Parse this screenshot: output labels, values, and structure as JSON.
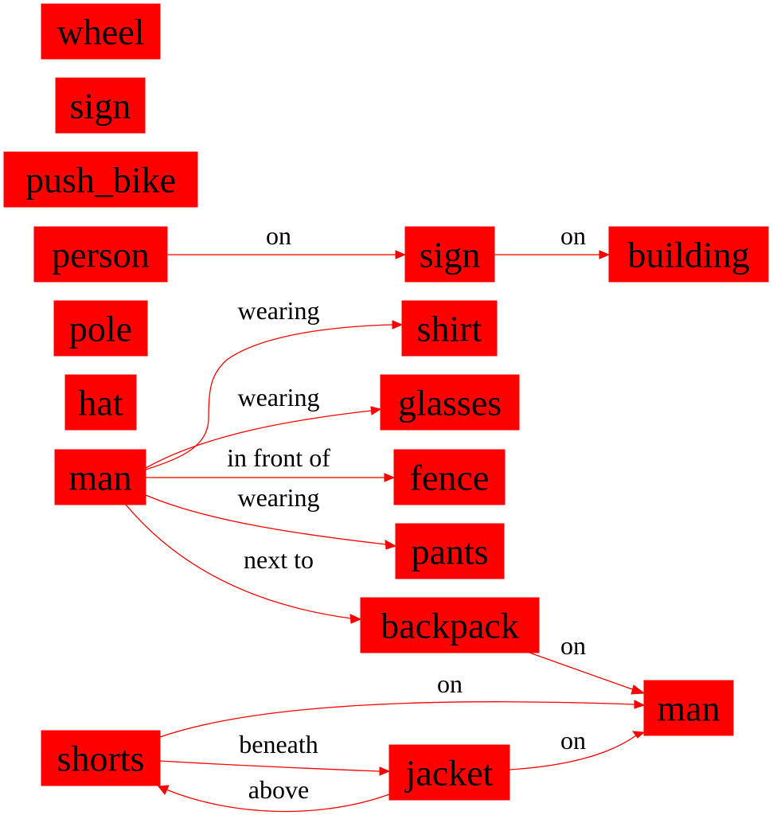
{
  "colors": {
    "node_fill": "#ff0000",
    "edge": "#ff0000",
    "text": "#000000",
    "background": "#ffffff"
  },
  "nodes": [
    {
      "id": "wheel",
      "label": "wheel"
    },
    {
      "id": "sign1",
      "label": "sign"
    },
    {
      "id": "push_bike",
      "label": "push_bike"
    },
    {
      "id": "person",
      "label": "person"
    },
    {
      "id": "pole",
      "label": "pole"
    },
    {
      "id": "hat",
      "label": "hat"
    },
    {
      "id": "man1",
      "label": "man"
    },
    {
      "id": "sign2",
      "label": "sign"
    },
    {
      "id": "building",
      "label": "building"
    },
    {
      "id": "shirt",
      "label": "shirt"
    },
    {
      "id": "glasses",
      "label": "glasses"
    },
    {
      "id": "fence",
      "label": "fence"
    },
    {
      "id": "pants",
      "label": "pants"
    },
    {
      "id": "backpack",
      "label": "backpack"
    },
    {
      "id": "man2",
      "label": "man"
    },
    {
      "id": "shorts",
      "label": "shorts"
    },
    {
      "id": "jacket",
      "label": "jacket"
    }
  ],
  "edges": [
    {
      "id": "person-sign",
      "from": "person",
      "to": "sign2",
      "label": "on"
    },
    {
      "id": "sign-building",
      "from": "sign2",
      "to": "building",
      "label": "on"
    },
    {
      "id": "man-shirt",
      "from": "man1",
      "to": "shirt",
      "label": "wearing"
    },
    {
      "id": "man-glasses",
      "from": "man1",
      "to": "glasses",
      "label": "wearing"
    },
    {
      "id": "man-fence",
      "from": "man1",
      "to": "fence",
      "label": "in front of"
    },
    {
      "id": "man-pants",
      "from": "man1",
      "to": "pants",
      "label": "wearing"
    },
    {
      "id": "man-backpack",
      "from": "man1",
      "to": "backpack",
      "label": "next to"
    },
    {
      "id": "backpack-man",
      "from": "backpack",
      "to": "man2",
      "label": "on"
    },
    {
      "id": "shorts-man",
      "from": "shorts",
      "to": "man2",
      "label": "on"
    },
    {
      "id": "shorts-jacket",
      "from": "shorts",
      "to": "jacket",
      "label": "beneath"
    },
    {
      "id": "jacket-man",
      "from": "jacket",
      "to": "man2",
      "label": "on"
    },
    {
      "id": "jacket-shorts",
      "from": "jacket",
      "to": "shorts",
      "label": "above"
    }
  ]
}
